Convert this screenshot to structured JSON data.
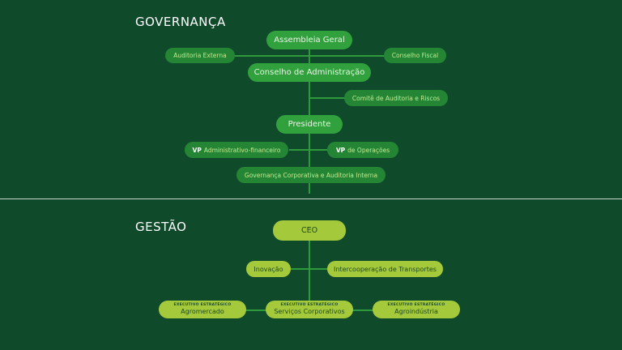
{
  "governanca": {
    "title": "GOVERNANÇA",
    "assembleia": "Assembleia Geral",
    "auditoria_externa": "Auditoria Externa",
    "conselho_fiscal": "Conselho Fiscal",
    "conselho_admin": "Conselho de Administração",
    "comite": "Comitê de Auditoria e Riscos",
    "presidente": "Presidente",
    "vp_prefix": "VP",
    "vp_admin": "Administrativo-financeiro",
    "vp_operacoes": "de Operações",
    "gov_corp": "Governança Corporativa e Auditoria Interna"
  },
  "gestao": {
    "title": "GESTÃO",
    "ceo": "CEO",
    "inovacao": "Inovação",
    "intercooperacao": "Intercooperação de Transportes",
    "exec_caption": "EXECUTIVO ESTRATÉGICO",
    "agromercado": "Agromercado",
    "servicos": "Serviços Corporativos",
    "agroindustria": "Agroindústria"
  },
  "colors": {
    "background": "#0f4a2b",
    "governance_node": "#30a13c",
    "governance_subnode": "#248635",
    "management_node": "#a4c93a",
    "connector": "#2e9a3c"
  }
}
